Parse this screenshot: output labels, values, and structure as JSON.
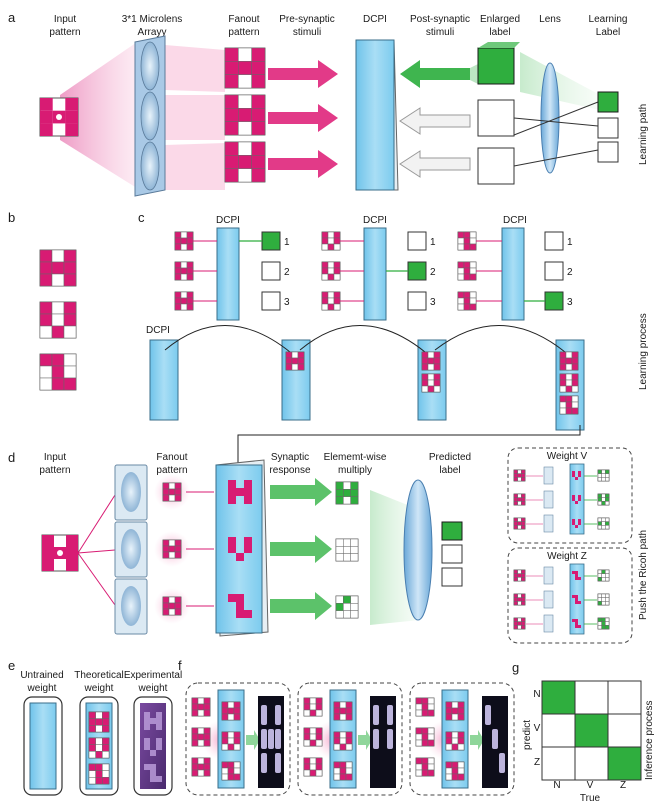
{
  "colors": {
    "magenta": "#d81b73",
    "green": "#2fae3e",
    "panel_blue": "#8fd4f2",
    "panel_edge": "#3a6e8a",
    "pink_glow": "#f48fbf",
    "grey": "#bdbdbd",
    "purple": "#6a3f8f"
  },
  "panel_a": {
    "letter": "a",
    "headers": {
      "input_pattern": [
        "Input",
        "pattern"
      ],
      "microlens": [
        "3*1 Microlens",
        "Arrayy"
      ],
      "fanout": [
        "Fanout",
        "pattern"
      ],
      "pre_synaptic": [
        "Pre-synaptic",
        "stimuli"
      ],
      "dcpi": "DCPI",
      "post_synaptic": [
        "Post-synaptic",
        "stimuli"
      ],
      "enlarged": [
        "Enlarged",
        "label"
      ],
      "lens": "Lens",
      "learning_label": [
        "Learning",
        "Label"
      ]
    },
    "side_label": "Learning path"
  },
  "panel_b": {
    "letter": "b"
  },
  "panel_c": {
    "letter": "c",
    "dcpi_labels": [
      "DCPI",
      "DCPI",
      "DCPI",
      "DCPI"
    ],
    "label_numbers": [
      "1",
      "2",
      "3"
    ],
    "side_label": "Learning process"
  },
  "panel_d": {
    "letter": "d",
    "headers": {
      "input_pattern": [
        "Input",
        "pattern"
      ],
      "fanout": [
        "Fanout",
        "pattern"
      ],
      "synaptic": [
        "Synaptic",
        "response"
      ],
      "multiply": [
        "Elememt-wise",
        "multiply"
      ],
      "predicted": [
        "Predicted",
        "label"
      ]
    },
    "weight_v": "Weight V",
    "weight_z": "Weight Z",
    "side_label": "Push the Ricoh path"
  },
  "panel_e": {
    "letter": "e",
    "untrained": [
      "Untrained",
      "weight"
    ],
    "theoretical": [
      "Theoretical",
      "weight"
    ],
    "experimental": [
      "Experimental",
      "weight"
    ]
  },
  "panel_f": {
    "letter": "f"
  },
  "panel_g": {
    "letter": "g",
    "rows": [
      "N",
      "V",
      "Z"
    ],
    "cols": [
      "N",
      "V",
      "Z"
    ],
    "ylabel": "predict",
    "xlabel": "True",
    "side_label": "Inference process",
    "matrix": [
      [
        1,
        0,
        0
      ],
      [
        0,
        1,
        0
      ],
      [
        0,
        0,
        1
      ]
    ]
  }
}
